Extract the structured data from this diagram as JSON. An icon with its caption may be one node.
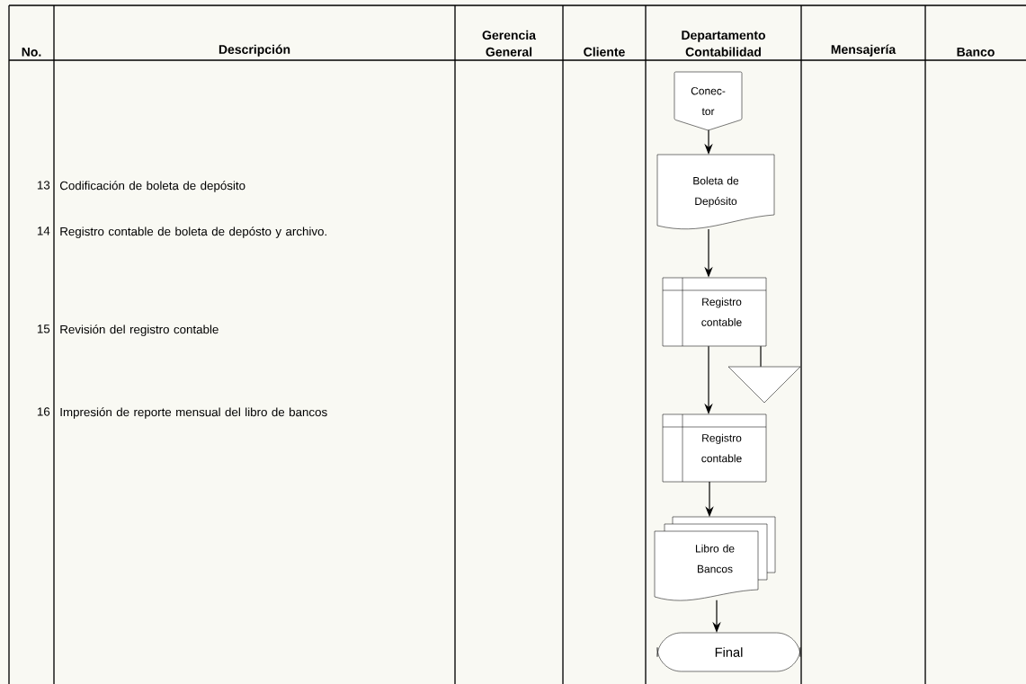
{
  "diagram": {
    "nodes": [
      {
        "text": [
          "Conec- tor"
        ]
      },
      {
        "text": [
          "Boleta de Depósito"
        ]
      },
      {
        "text": [
          "Registro contable"
        ]
      },
      {
        "text": [],
        "shape": "triangle"
      },
      {
        "text": [
          "Registro contable"
        ]
      },
      {
        "text": [
          "Libro de Bancos"
        ]
      },
      {
        "text": [
          "Final"
        ]
      }
    ],
    "edges": [
      {
        "from": 0,
        "to": 1,
        "arrow": "to"
      },
      {
        "from": 1,
        "to": 2,
        "arrow": "to"
      },
      {
        "from": 2,
        "to": 3,
        "arrow": "none"
      },
      {
        "from": 2,
        "to": 4,
        "arrow": "to"
      },
      {
        "from": 4,
        "to": 5,
        "arrow": "to"
      },
      {
        "from": 5,
        "to": 6,
        "arrow": "to"
      }
    ],
    "labels": [
      "No.",
      "Descripción",
      "Gerencia General",
      "Cliente",
      "Departamento Contabilidad",
      "Mensajería",
      "Banco",
      "13",
      "Codificación de boleta de depósito",
      "14",
      "Registro contable de boleta de depósto y archivo.",
      "15",
      "Revisión del registro contable",
      "16",
      "Impresión de reporte mensual del libro de bancos"
    ]
  }
}
